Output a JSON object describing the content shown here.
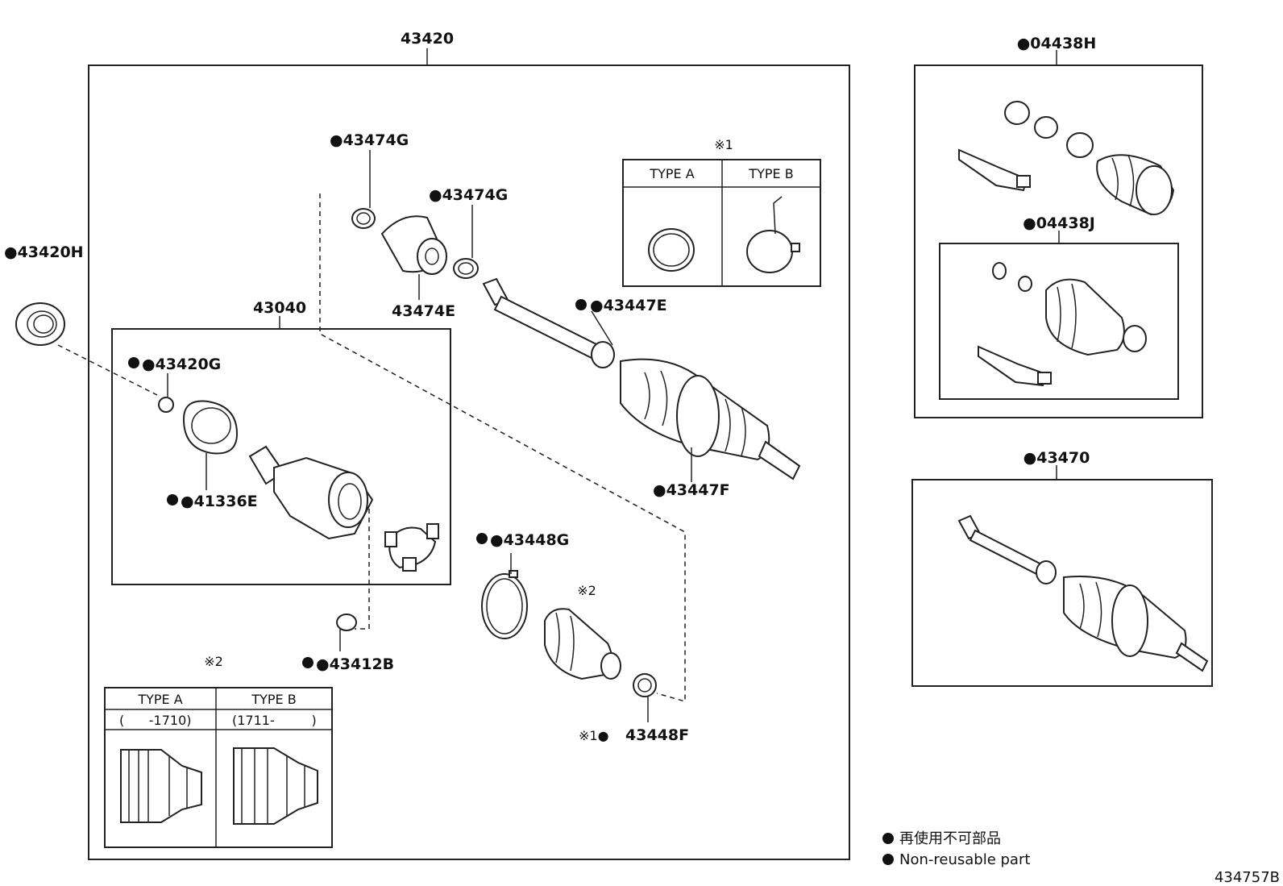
{
  "labels": {
    "assembly": "43420",
    "inner_joint_asm": "43040",
    "seal": "●43420H",
    "clamp_top_a": "●43474G",
    "clamp_top_b": "●43474G",
    "damper": "43474E",
    "outer_clamp": "●43447E",
    "outer_boot_band": "●43447F",
    "snap_ring_g": "●43420G",
    "bearing": "●41336E",
    "inner_band": "●43448G",
    "snap_ring_b": "●43412B",
    "inner_clamp_f": "43448F",
    "inner_clamp_f_prefix": "※1●",
    "boot_kit_outer": "●04438H",
    "boot_kit_inner": "●04438J",
    "shaft_asm": "●43470",
    "ref1_mark": "※1",
    "ref2_mark": "※2",
    "ref2_mark_b": "※2",
    "figure_id": "434757B"
  },
  "type_table_1": {
    "col_a": "TYPE A",
    "col_b": "TYPE B"
  },
  "type_table_2": {
    "col_a": "TYPE A",
    "col_b": "TYPE B",
    "range_a": "(      -1710)",
    "range_b": "(1711-         )"
  },
  "legend": {
    "jp": "再使用不可部品",
    "en": "Non-reusable part"
  }
}
